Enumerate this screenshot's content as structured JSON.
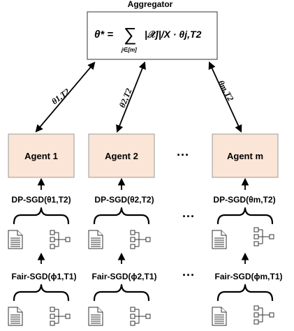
{
  "aggregator": {
    "title": "Aggregator",
    "formula": {
      "lhs": "θ* =",
      "sum_symbol": "∑",
      "sum_sub": "j∈[m]",
      "term": "|𝒳j|/X · θj,T2"
    }
  },
  "arrow_labels": [
    "θ1,T2",
    "θ2,T2",
    "θm,T2"
  ],
  "agents": [
    {
      "label": "Agent 1"
    },
    {
      "label": "Agent 2"
    },
    {
      "label": "Agent m"
    }
  ],
  "ellipsis": "···",
  "dp_sgd": [
    "DP-SGD(θ1,T2)",
    "DP-SGD(θ2,T2)",
    "DP-SGD(θm,T2)"
  ],
  "fair_sgd": [
    "Fair-SGD(ϕ1,T1)",
    "Fair-SGD(ϕ2,T1)",
    "Fair-SGD(ϕm,T1)"
  ],
  "icons": {
    "document": "document-icon",
    "network": "network-tree-icon"
  }
}
